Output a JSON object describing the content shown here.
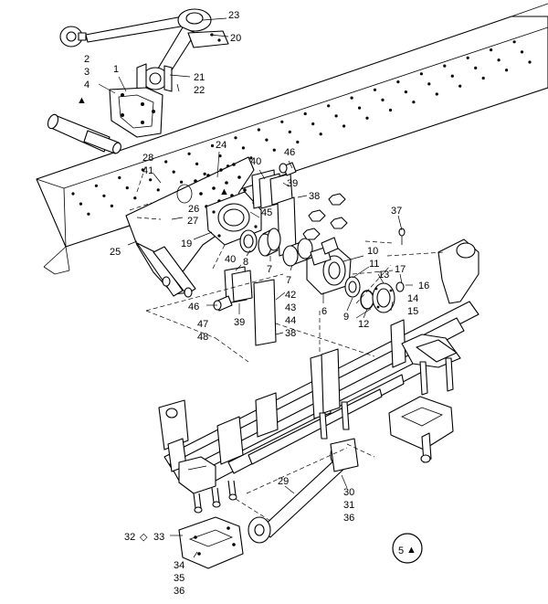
{
  "symbols": {
    "triangle": "▲",
    "diamond": "◇"
  },
  "callouts": [
    {
      "id": "c23",
      "text": "23"
    },
    {
      "id": "c20",
      "text": "20"
    },
    {
      "id": "c2",
      "text": "2"
    },
    {
      "id": "c3",
      "text": "3"
    },
    {
      "id": "c1",
      "text": "1"
    },
    {
      "id": "c4",
      "text": "4"
    },
    {
      "id": "c21",
      "text": "21"
    },
    {
      "id": "c22",
      "text": "22"
    },
    {
      "id": "c24",
      "text": "24"
    },
    {
      "id": "c28",
      "text": "28"
    },
    {
      "id": "c41",
      "text": "41"
    },
    {
      "id": "c46a",
      "text": "46"
    },
    {
      "id": "c40a",
      "text": "40"
    },
    {
      "id": "c39a",
      "text": "39"
    },
    {
      "id": "c38a",
      "text": "38"
    },
    {
      "id": "c26",
      "text": "26"
    },
    {
      "id": "c27",
      "text": "27"
    },
    {
      "id": "c45",
      "text": "45"
    },
    {
      "id": "c37",
      "text": "37"
    },
    {
      "id": "c19",
      "text": "19"
    },
    {
      "id": "c25",
      "text": "25"
    },
    {
      "id": "c40b",
      "text": "40"
    },
    {
      "id": "c8",
      "text": "8"
    },
    {
      "id": "c7a",
      "text": "7"
    },
    {
      "id": "c7b",
      "text": "7"
    },
    {
      "id": "c10",
      "text": "10"
    },
    {
      "id": "c11",
      "text": "11"
    },
    {
      "id": "c13",
      "text": "13"
    },
    {
      "id": "c17",
      "text": "17"
    },
    {
      "id": "c16",
      "text": "16"
    },
    {
      "id": "c42",
      "text": "42"
    },
    {
      "id": "c43",
      "text": "43"
    },
    {
      "id": "c44",
      "text": "44"
    },
    {
      "id": "c14",
      "text": "14"
    },
    {
      "id": "c15",
      "text": "15"
    },
    {
      "id": "c46b",
      "text": "46"
    },
    {
      "id": "c39b",
      "text": "39"
    },
    {
      "id": "c6",
      "text": "6"
    },
    {
      "id": "c9",
      "text": "9"
    },
    {
      "id": "c12",
      "text": "12"
    },
    {
      "id": "c47",
      "text": "47"
    },
    {
      "id": "c48",
      "text": "48"
    },
    {
      "id": "c38b",
      "text": "38"
    },
    {
      "id": "c29",
      "text": "29"
    },
    {
      "id": "c30",
      "text": "30"
    },
    {
      "id": "c31",
      "text": "31"
    },
    {
      "id": "c36a",
      "text": "36"
    },
    {
      "id": "c32",
      "text": "32"
    },
    {
      "id": "c33",
      "text": "33"
    },
    {
      "id": "c34",
      "text": "34"
    },
    {
      "id": "c35",
      "text": "35"
    },
    {
      "id": "c36b",
      "text": "36"
    },
    {
      "id": "c5",
      "text": "5"
    }
  ]
}
